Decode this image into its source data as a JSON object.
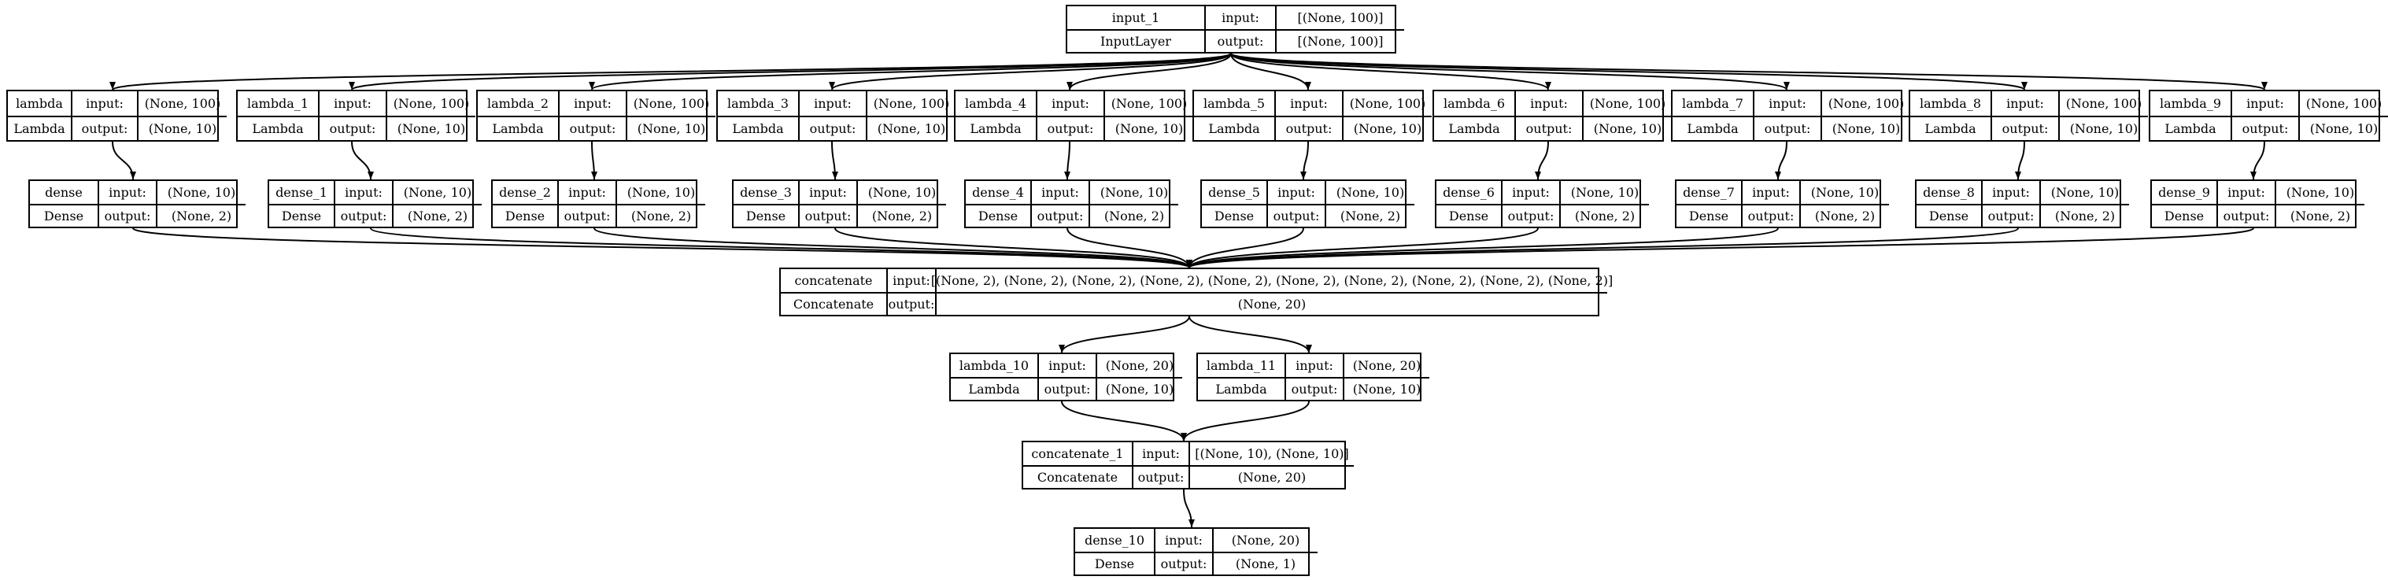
{
  "colors": {
    "line": "#000000",
    "background": "#ffffff"
  },
  "port_labels": {
    "input": "input:",
    "output": "output:"
  },
  "nodes": [
    {
      "id": "input_1",
      "type": "InputLayer",
      "input": "[(None, 100)]",
      "output": "[(None, 100)]"
    },
    {
      "id": "lambda",
      "type": "Lambda",
      "input": "(None, 100)",
      "output": "(None, 10)"
    },
    {
      "id": "lambda_1",
      "type": "Lambda",
      "input": "(None, 100)",
      "output": "(None, 10)"
    },
    {
      "id": "lambda_2",
      "type": "Lambda",
      "input": "(None, 100)",
      "output": "(None, 10)"
    },
    {
      "id": "lambda_3",
      "type": "Lambda",
      "input": "(None, 100)",
      "output": "(None, 10)"
    },
    {
      "id": "lambda_4",
      "type": "Lambda",
      "input": "(None, 100)",
      "output": "(None, 10)"
    },
    {
      "id": "lambda_5",
      "type": "Lambda",
      "input": "(None, 100)",
      "output": "(None, 10)"
    },
    {
      "id": "lambda_6",
      "type": "Lambda",
      "input": "(None, 100)",
      "output": "(None, 10)"
    },
    {
      "id": "lambda_7",
      "type": "Lambda",
      "input": "(None, 100)",
      "output": "(None, 10)"
    },
    {
      "id": "lambda_8",
      "type": "Lambda",
      "input": "(None, 100)",
      "output": "(None, 10)"
    },
    {
      "id": "lambda_9",
      "type": "Lambda",
      "input": "(None, 100)",
      "output": "(None, 10)"
    },
    {
      "id": "dense",
      "type": "Dense",
      "input": "(None, 10)",
      "output": "(None, 2)"
    },
    {
      "id": "dense_1",
      "type": "Dense",
      "input": "(None, 10)",
      "output": "(None, 2)"
    },
    {
      "id": "dense_2",
      "type": "Dense",
      "input": "(None, 10)",
      "output": "(None, 2)"
    },
    {
      "id": "dense_3",
      "type": "Dense",
      "input": "(None, 10)",
      "output": "(None, 2)"
    },
    {
      "id": "dense_4",
      "type": "Dense",
      "input": "(None, 10)",
      "output": "(None, 2)"
    },
    {
      "id": "dense_5",
      "type": "Dense",
      "input": "(None, 10)",
      "output": "(None, 2)"
    },
    {
      "id": "dense_6",
      "type": "Dense",
      "input": "(None, 10)",
      "output": "(None, 2)"
    },
    {
      "id": "dense_7",
      "type": "Dense",
      "input": "(None, 10)",
      "output": "(None, 2)"
    },
    {
      "id": "dense_8",
      "type": "Dense",
      "input": "(None, 10)",
      "output": "(None, 2)"
    },
    {
      "id": "dense_9",
      "type": "Dense",
      "input": "(None, 10)",
      "output": "(None, 2)"
    },
    {
      "id": "concatenate",
      "type": "Concatenate",
      "input": "[(None, 2), (None, 2), (None, 2), (None, 2), (None, 2), (None, 2), (None, 2), (None, 2), (None, 2), (None, 2)]",
      "output": "(None, 20)"
    },
    {
      "id": "lambda_10",
      "type": "Lambda",
      "input": "(None, 20)",
      "output": "(None, 10)"
    },
    {
      "id": "lambda_11",
      "type": "Lambda",
      "input": "(None, 20)",
      "output": "(None, 10)"
    },
    {
      "id": "concatenate_1",
      "type": "Concatenate",
      "input": "[(None, 10), (None, 10)]",
      "output": "(None, 20)"
    },
    {
      "id": "dense_10",
      "type": "Dense",
      "input": "(None, 20)",
      "output": "(None, 1)"
    }
  ],
  "edges": [
    [
      "input_1",
      "lambda"
    ],
    [
      "input_1",
      "lambda_1"
    ],
    [
      "input_1",
      "lambda_2"
    ],
    [
      "input_1",
      "lambda_3"
    ],
    [
      "input_1",
      "lambda_4"
    ],
    [
      "input_1",
      "lambda_5"
    ],
    [
      "input_1",
      "lambda_6"
    ],
    [
      "input_1",
      "lambda_7"
    ],
    [
      "input_1",
      "lambda_8"
    ],
    [
      "input_1",
      "lambda_9"
    ],
    [
      "lambda",
      "dense"
    ],
    [
      "lambda_1",
      "dense_1"
    ],
    [
      "lambda_2",
      "dense_2"
    ],
    [
      "lambda_3",
      "dense_3"
    ],
    [
      "lambda_4",
      "dense_4"
    ],
    [
      "lambda_5",
      "dense_5"
    ],
    [
      "lambda_6",
      "dense_6"
    ],
    [
      "lambda_7",
      "dense_7"
    ],
    [
      "lambda_8",
      "dense_8"
    ],
    [
      "lambda_9",
      "dense_9"
    ],
    [
      "dense",
      "concatenate"
    ],
    [
      "dense_1",
      "concatenate"
    ],
    [
      "dense_2",
      "concatenate"
    ],
    [
      "dense_3",
      "concatenate"
    ],
    [
      "dense_4",
      "concatenate"
    ],
    [
      "dense_5",
      "concatenate"
    ],
    [
      "dense_6",
      "concatenate"
    ],
    [
      "dense_7",
      "concatenate"
    ],
    [
      "dense_8",
      "concatenate"
    ],
    [
      "dense_9",
      "concatenate"
    ],
    [
      "concatenate",
      "lambda_10"
    ],
    [
      "concatenate",
      "lambda_11"
    ],
    [
      "lambda_10",
      "concatenate_1"
    ],
    [
      "lambda_11",
      "concatenate_1"
    ],
    [
      "concatenate_1",
      "dense_10"
    ]
  ]
}
